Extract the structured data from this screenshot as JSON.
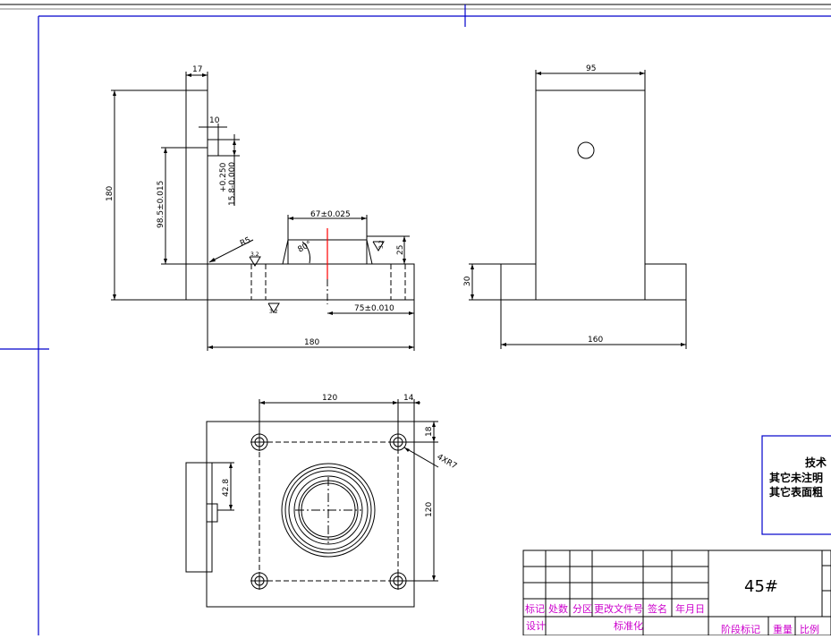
{
  "drawing": {
    "colors": {
      "border": "#0000cc",
      "line": "#000000",
      "center": "#ff0000",
      "title_block_text": "#cc00cc"
    },
    "front_view": {
      "dim_17": "17",
      "dim_10": "10",
      "dim_tol_upper": "+0.250",
      "dim_tol_base": "15.8-0.000",
      "dim_height_180": "180",
      "dim_985": "98.5±0.015",
      "dim_r5": "R5",
      "dim_67": "67±0.025",
      "dim_80deg": "80°",
      "dim_25": "25",
      "dim_75": "75±0.010",
      "dim_width_180": "180",
      "rough_1": "3.2",
      "rough_2": "3.2",
      "rough_3": "3.2"
    },
    "side_view": {
      "dim_95": "95",
      "dim_30": "30",
      "dim_160": "160"
    },
    "top_view": {
      "dim_120_h": "120",
      "dim_14": "14",
      "dim_18": "18",
      "dim_holes": "4XR7",
      "dim_428": "42.8",
      "dim_120_v": "120"
    },
    "tech_box": {
      "title": "技术",
      "line1": "其它未注明",
      "line2": "其它表面粗"
    },
    "title_block": {
      "material": "45#",
      "h_mark": "标记",
      "h_count": "处数",
      "h_zone": "分区",
      "h_doc": "更改文件号",
      "h_sign": "签名",
      "h_date": "年月日",
      "h_design": "设计",
      "h_std": "标准化",
      "h_stage": "阶段标记",
      "h_weight": "重量",
      "h_scale": "比例"
    }
  }
}
